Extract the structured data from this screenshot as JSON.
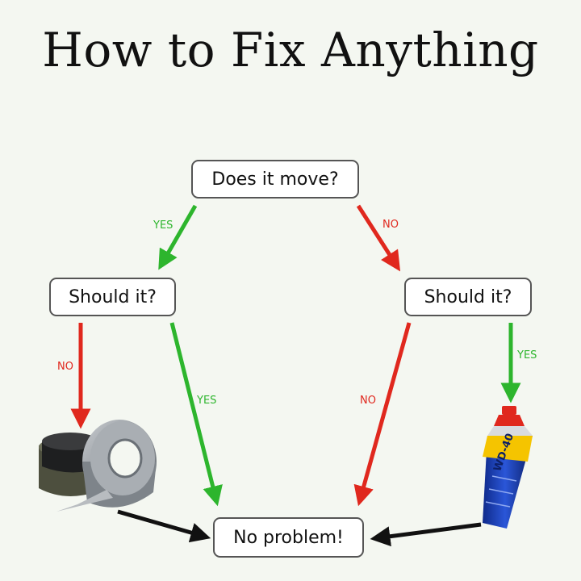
{
  "title": "How to Fix Anything",
  "nodes": {
    "does_it_move": "Does it move?",
    "should_it_left": "Should it?",
    "should_it_right": "Should it?",
    "no_problem": "No problem!"
  },
  "edges": {
    "move_yes": "YES",
    "move_no": "NO",
    "left_no": "NO",
    "left_yes": "YES",
    "right_no": "NO",
    "right_yes": "YES"
  },
  "images": {
    "duct_tape": "duct-tape",
    "wd40_can": "wd-40-can",
    "wd40_brand": "WD-40"
  },
  "colors": {
    "yes": "#2db52d",
    "no": "#e0281e",
    "result": "#111111"
  }
}
